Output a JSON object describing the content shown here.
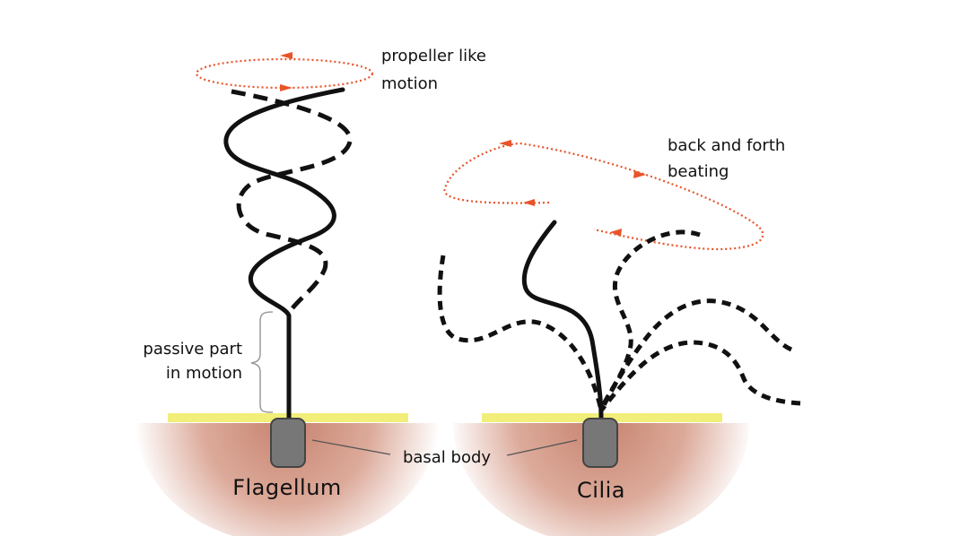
{
  "labels": {
    "propeller_line1": "propeller like",
    "propeller_line2": "motion",
    "beating_line1": "back and forth",
    "beating_line2": "beating",
    "passive_line1": "passive part",
    "passive_line2": "in motion",
    "basal_body": "basal body",
    "flagellum": "Flagellum",
    "cilia": "Cilia"
  },
  "colors": {
    "motion_arrows": "#e8542a",
    "membrane": "#f2ee7a",
    "cell_body": "#c7826e",
    "basal_body": "#777777",
    "strand": "#111111"
  }
}
